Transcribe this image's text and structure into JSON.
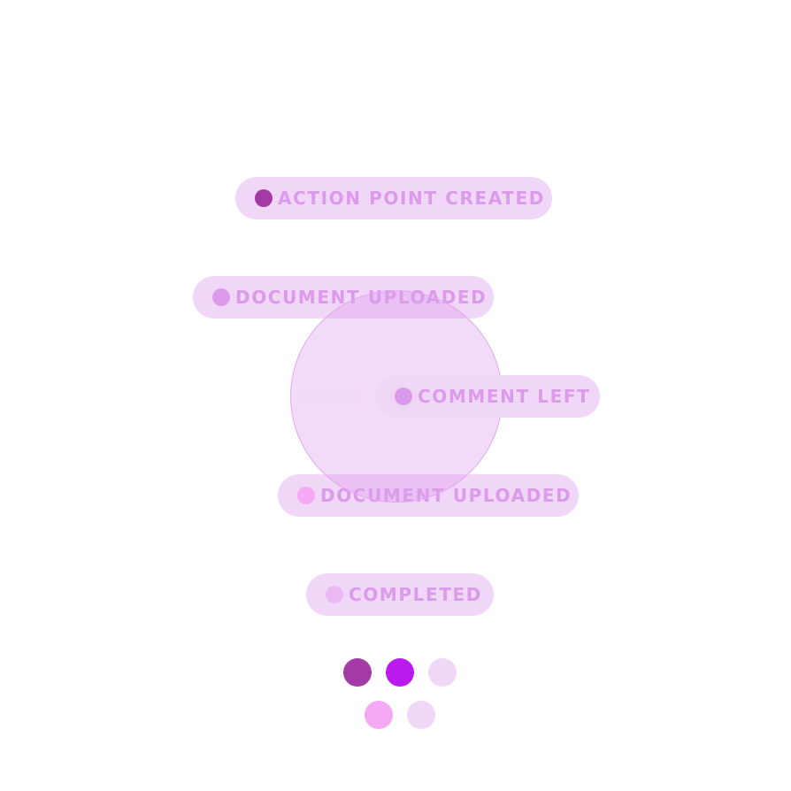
{
  "events": [
    {
      "label": "ACTION POINT CREATED",
      "dot_color": "#a33aa6"
    },
    {
      "label": "DOCUMENT UPLOADED",
      "dot_color": "#dc9aea"
    },
    {
      "label": "COMMENT LEFT",
      "dot_color": "#dc9aea"
    },
    {
      "label": "DOCUMENT UPLOADED",
      "dot_color": "#f5a8f3"
    },
    {
      "label": "COMPLETED",
      "dot_color": "#eab8f3"
    }
  ],
  "palette": [
    "#a33aa6",
    "#bb1aef",
    "#f0d6f7",
    "#f5a8f3",
    "#f0d6f7"
  ],
  "colors": {
    "pill_background": "#f0d6f7",
    "label_text": "#dc9aea",
    "focus_circle_border": "#e3a8f0"
  }
}
